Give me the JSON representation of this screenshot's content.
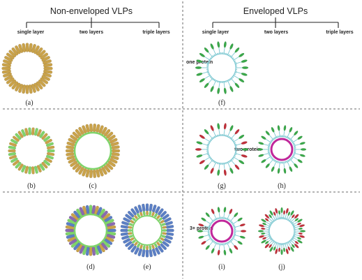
{
  "headings": {
    "non_enveloped": "Non-enveloped VLPs",
    "enveloped": "Enveloped VLPs"
  },
  "columns": {
    "non_enveloped": [
      "single layer",
      "two layers",
      "triple layers"
    ],
    "enveloped": [
      "single layer",
      "two layers",
      "triple layers"
    ]
  },
  "rows": [
    "one protein",
    "two protein",
    "3+ protein"
  ],
  "panels": {
    "a": "(a)",
    "b": "(b)",
    "c": "(c)",
    "d": "(d)",
    "e": "(e)",
    "f": "(f)",
    "g": "(g)",
    "h": "(h)",
    "i": "(i)",
    "j": "(j)"
  },
  "colors": {
    "capsid_gold": "#c9a24a",
    "capsid_green": "#7fd46a",
    "capsid_blue": "#5b7fc4",
    "capsid_purple": "#8a6ab0",
    "membrane_cyan": "#7fc9d2",
    "membrane_magenta": "#c0279a",
    "glyco_green": "#3aa84a",
    "glyco_red": "#c0303a",
    "divider": "#6a6a6a"
  }
}
